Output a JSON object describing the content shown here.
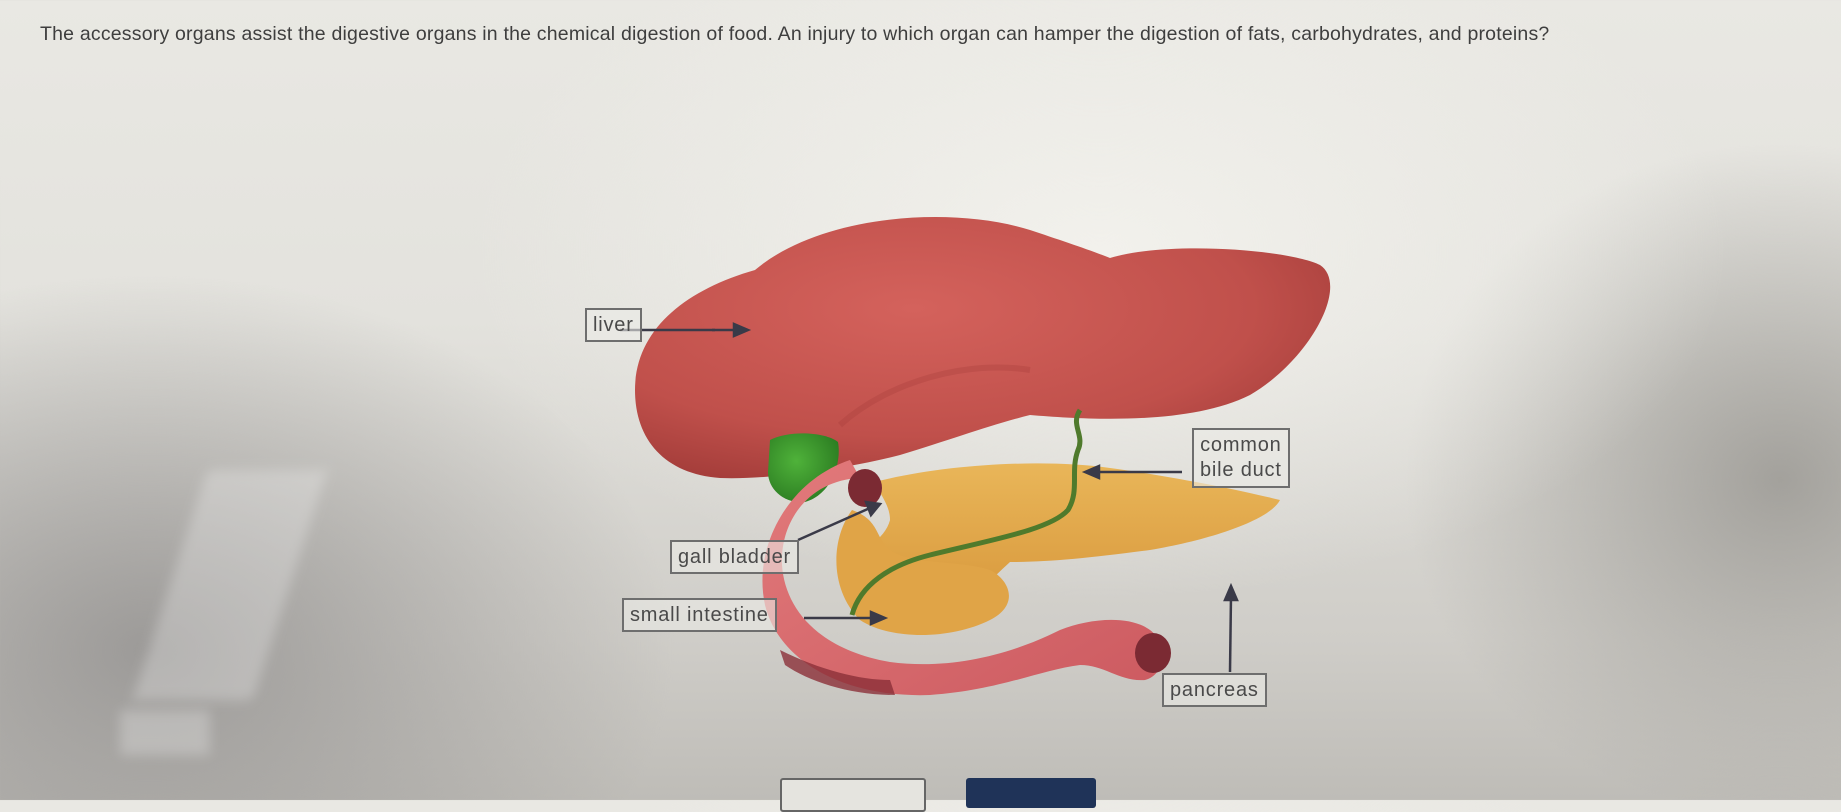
{
  "question": {
    "text": "The accessory organs assist the digestive organs in the chemical digestion of food. An injury to which organ can hamper the digestion of fats, carbohydrates, and proteins?"
  },
  "diagram": {
    "labels": {
      "liver": "liver",
      "common_bile_duct_line1": "common",
      "common_bile_duct_line2": "bile duct",
      "gall_bladder": "gall bladder",
      "small_intestine": "small intestine",
      "pancreas": "pancreas"
    },
    "colors": {
      "liver": "#c4524d",
      "gall_bladder": "#3e9a2e",
      "small_intestine": "#d9676a",
      "pancreas": "#e2a84a",
      "bile_duct": "#4f7a2c"
    }
  },
  "buttons": {
    "secondary_color": "#e5e4df",
    "primary_color": "#1f3358"
  }
}
